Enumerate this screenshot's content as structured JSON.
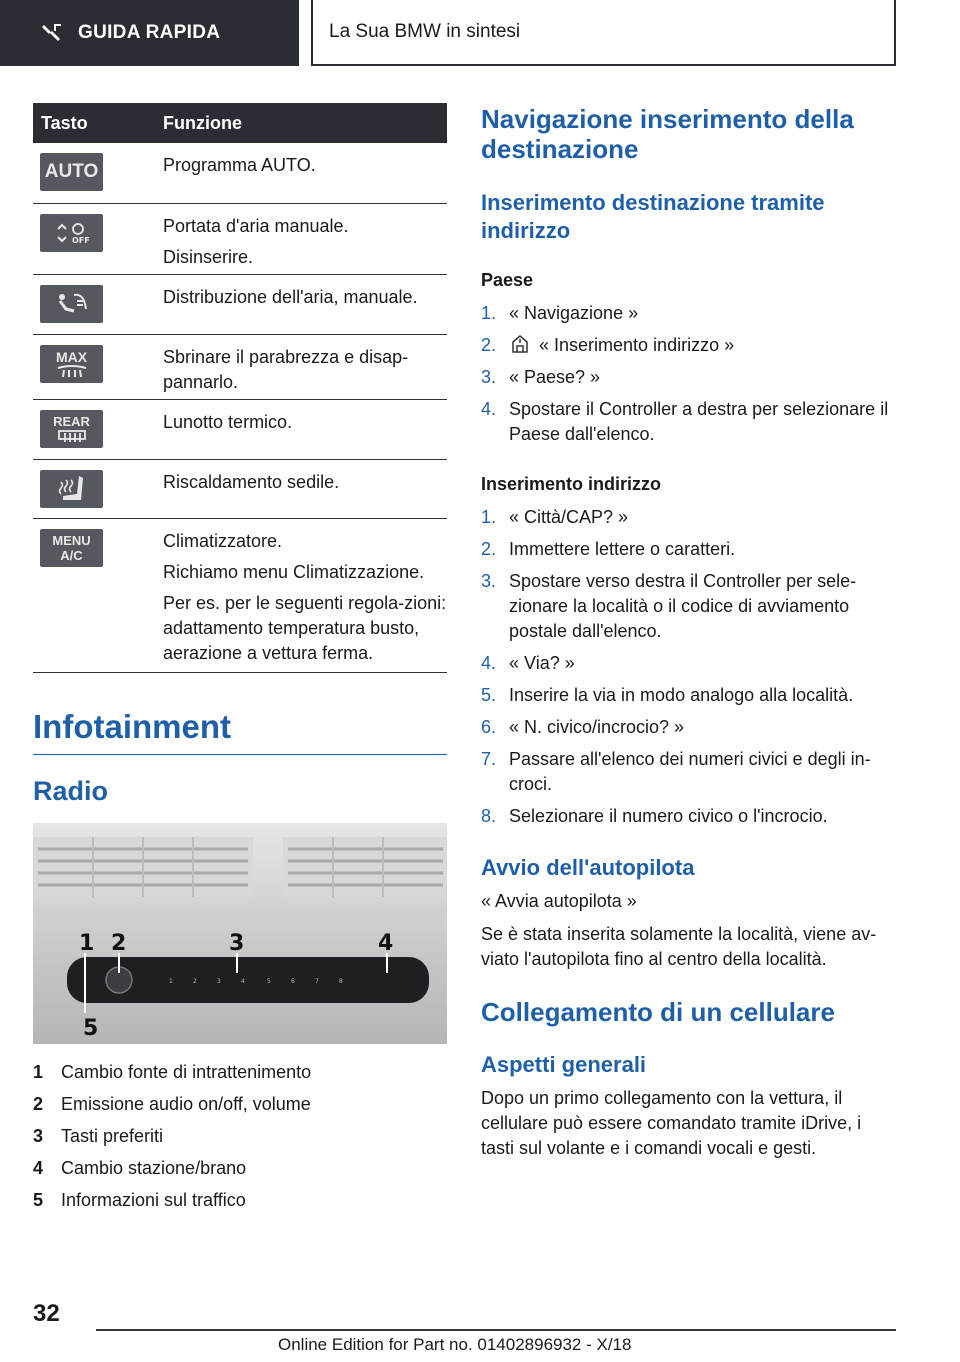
{
  "header": {
    "section": "GUIDA RAPIDA",
    "chapter": "La Sua BMW in sintesi"
  },
  "table": {
    "col1": "Tasto",
    "col2": "Funzione",
    "rows": [
      {
        "key": "AUTO",
        "lines": [
          "Programma AUTO."
        ]
      },
      {
        "key": "OFF",
        "lines": [
          "Portata d'aria manuale.",
          "Disinserire."
        ]
      },
      {
        "key": "",
        "lines": [
          "Distribuzione dell'aria, manuale."
        ]
      },
      {
        "key": "MAX",
        "lines": [
          "Sbrinare il parabrezza e disap-pannarlo."
        ]
      },
      {
        "key": "REAR",
        "lines": [
          "Lunotto termico."
        ]
      },
      {
        "key": "",
        "lines": [
          "Riscaldamento sedile."
        ]
      },
      {
        "key": "MENU A/C",
        "lines": [
          "Climatizzatore.",
          "Richiamo menu Climatizzazione.",
          "Per es. per le seguenti regola-zioni: adattamento temperatura busto, aerazione a vettura ferma."
        ]
      }
    ]
  },
  "infotainment": {
    "title": "Infotainment",
    "radio_title": "Radio",
    "photo_callouts": [
      "1",
      "2",
      "3",
      "4",
      "5"
    ],
    "legend": [
      {
        "n": "1",
        "text": "Cambio fonte di intrattenimento"
      },
      {
        "n": "2",
        "text": "Emissione audio on/off, volume"
      },
      {
        "n": "3",
        "text": "Tasti preferiti"
      },
      {
        "n": "4",
        "text": "Cambio stazione/brano"
      },
      {
        "n": "5",
        "text": "Informazioni sul traffico"
      }
    ]
  },
  "navigation": {
    "title": "Navigazione inserimento della destinazione",
    "subtitle": "Inserimento destinazione tramite indirizzo",
    "country_label": "Paese",
    "country_steps": [
      {
        "n": "1.",
        "text": "« Navigazione »"
      },
      {
        "n": "2.",
        "text": "« Inserimento indirizzo »"
      },
      {
        "n": "3.",
        "text": "« Paese? »"
      },
      {
        "n": "4.",
        "text": "Spostare il Controller a destra per selezionare il Paese dall'elenco."
      }
    ],
    "address_label": "Inserimento indirizzo",
    "address_steps": [
      {
        "n": "1.",
        "text": "« Città/CAP? »"
      },
      {
        "n": "2.",
        "text": "Immettere lettere o caratteri."
      },
      {
        "n": "3.",
        "text": "Spostare verso destra il Controller per sele-zionare la località o il codice di avviamento postale dall'elenco."
      },
      {
        "n": "4.",
        "text": "« Via? »"
      },
      {
        "n": "5.",
        "text": "Inserire la via in modo analogo alla località."
      },
      {
        "n": "6.",
        "text": "« N. civico/incrocio? »"
      },
      {
        "n": "7.",
        "text": "Passare all'elenco dei numeri civici e degli in-croci."
      },
      {
        "n": "8.",
        "text": "Selezionare il numero civico o l'incrocio."
      }
    ],
    "autopilot_title": "Avvio dell'autopilota",
    "autopilot_cmd": "« Avvia autopilota »",
    "autopilot_text": "Se è stata inserita solamente la località, viene av-viato l'autopilota fino al centro della località."
  },
  "phone": {
    "title": "Collegamento di un cellulare",
    "subtitle": "Aspetti generali",
    "text": "Dopo un primo collegamento con la vettura, il cellulare può essere comandato tramite iDrive, i tasti sul volante e i comandi vocali e gesti."
  },
  "footer": {
    "page": "32",
    "edition": "Online Edition for Part no. 01402896932 - X/18"
  }
}
